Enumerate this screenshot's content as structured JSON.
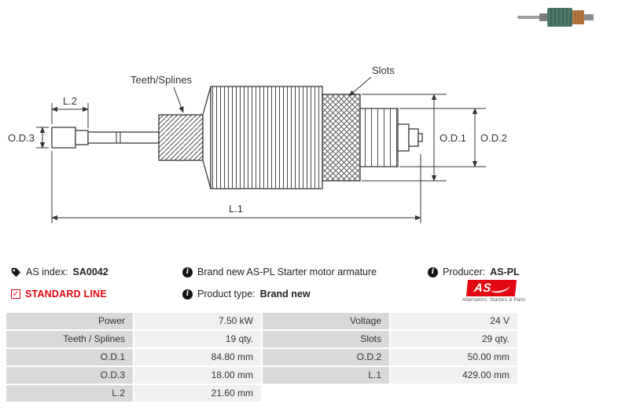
{
  "drawing": {
    "teeth_splines_label": "Teeth/Splines",
    "slots_label": "Slots",
    "l2_label": "L.2",
    "od3_label": "O.D.3",
    "od1_label": "O.D.1",
    "od2_label": "O.D.2",
    "l1_label": "L.1"
  },
  "icons": {
    "info_glyph": "i",
    "check_glyph": "✓"
  },
  "info": {
    "as_index_label": "AS index:",
    "as_index_value": "SA0042",
    "standard_line_label": "STANDARD LINE",
    "description": "Brand new AS-PL Starter motor armature",
    "product_type_label": "Product type:",
    "product_type_value": "Brand new",
    "producer_label": "Producer:",
    "producer_value": "AS-PL",
    "logo_text": "AS",
    "logo_tagline": "Alternators, Starters & Parts"
  },
  "colors": {
    "accent_red": "#e30613",
    "table_label_bg": "#d9d9d9",
    "table_value_bg": "#f0f0f0"
  },
  "table": {
    "rows": [
      {
        "c0": "Power",
        "c1": "7.50 kW",
        "c2": "Voltage",
        "c3": "24 V"
      },
      {
        "c0": "Teeth / Splines",
        "c1": "19 qty.",
        "c2": "Slots",
        "c3": "29 qty."
      },
      {
        "c0": "O.D.1",
        "c1": "84.80 mm",
        "c2": "O.D.2",
        "c3": "50.00 mm"
      },
      {
        "c0": "O.D.3",
        "c1": "18.00 mm",
        "c2": "L.1",
        "c3": "429.00 mm"
      },
      {
        "c0": "L.2",
        "c1": "21.60 mm",
        "c2": "",
        "c3": ""
      }
    ]
  }
}
